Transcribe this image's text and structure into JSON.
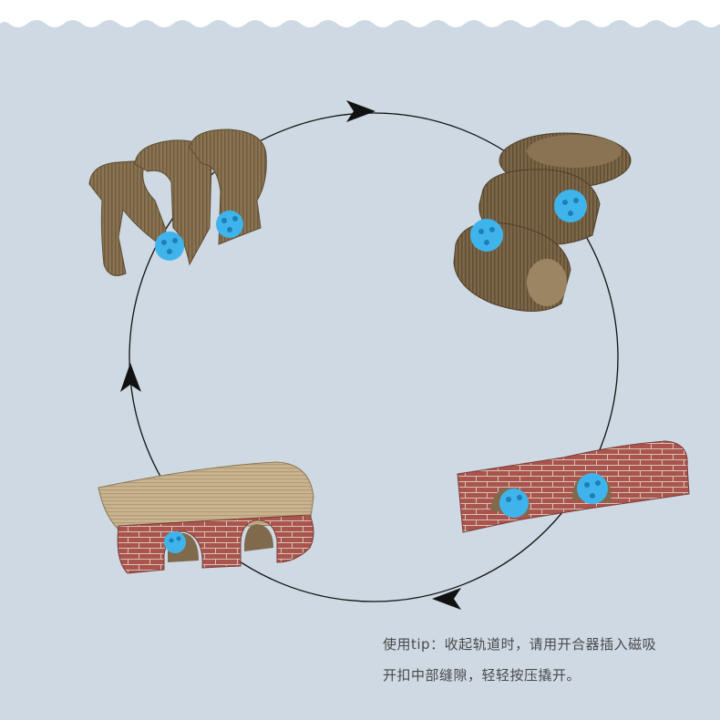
{
  "colors": {
    "background": "#ced9e3",
    "wave": "#ffffff",
    "cardboard": "#8b7452",
    "cardboard_light": "#c9b48f",
    "brick": "#a9544c",
    "ball": "#3fb4ec",
    "ring": "#111111"
  },
  "icons": {
    "arrow": "triangle-arrowhead",
    "ball": "perforated-ball"
  },
  "tip": {
    "line1": "使用tip：收起轨道时，请用开合器插入磁吸",
    "line2": "开扣中部缝隙，轻轻按压撬开。"
  }
}
